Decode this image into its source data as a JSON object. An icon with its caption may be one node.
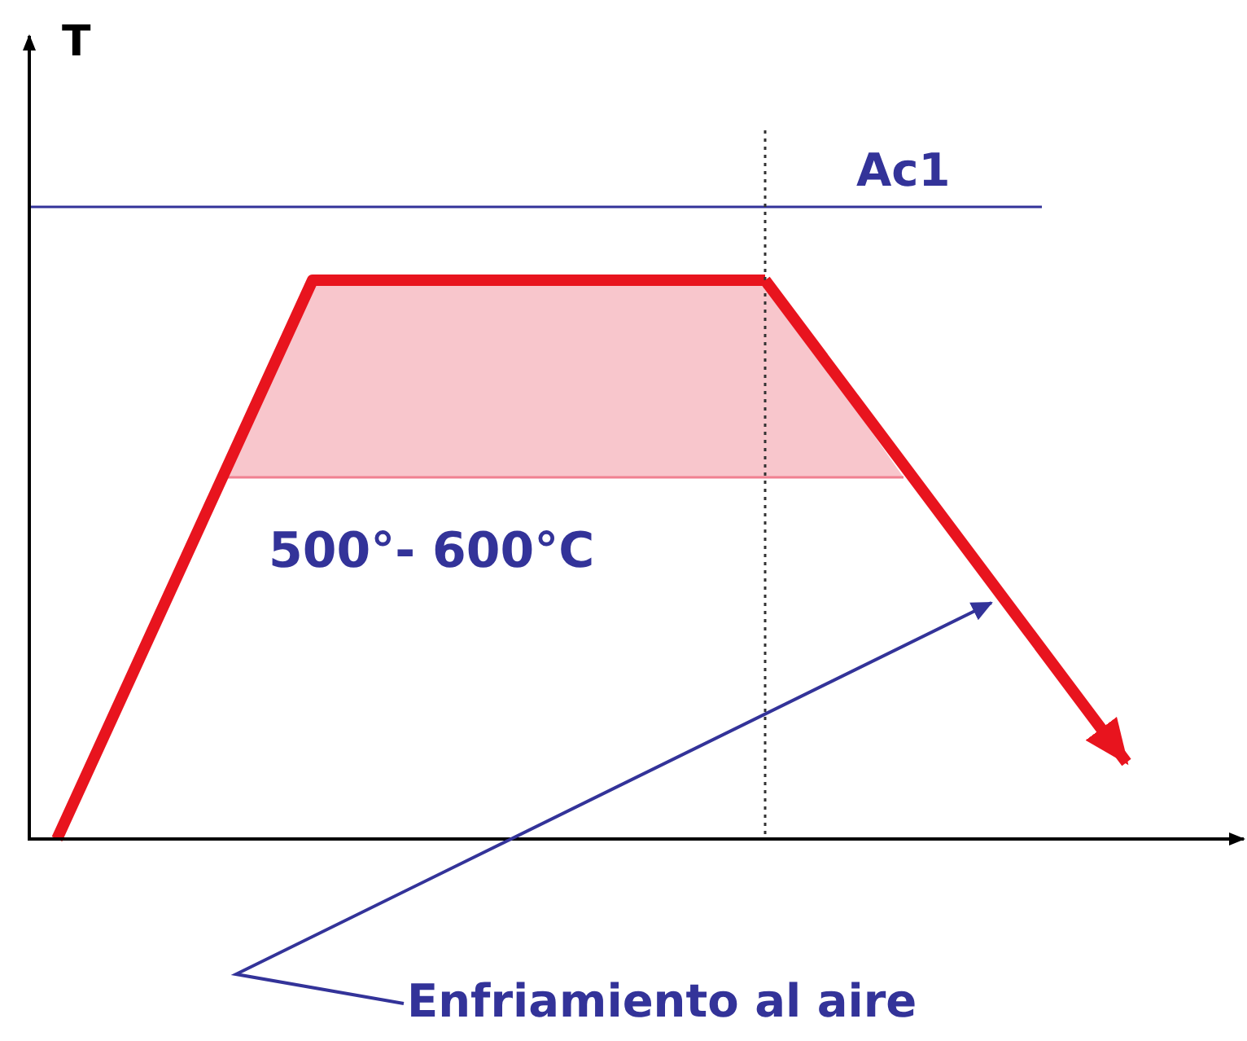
{
  "diagram": {
    "nodes": [
      {
        "text": [
          "Enfriamiento al aire"
        ]
      },
      {
        "text": [],
        "shape": "line"
      }
    ],
    "edges": [
      {
        "from": 0,
        "to": 1,
        "arrow": "to"
      }
    ],
    "labels": [
      "T",
      "Ac1",
      "500°- 600°C"
    ]
  }
}
